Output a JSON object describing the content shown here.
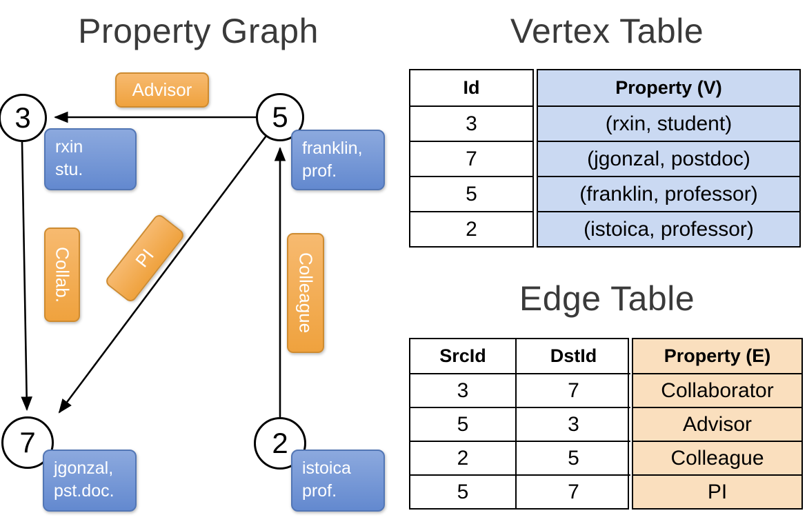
{
  "graph": {
    "title": "Property Graph",
    "vertices": [
      {
        "id": "3",
        "label": "rxin\nstu."
      },
      {
        "id": "5",
        "label": "franklin,\nprof."
      },
      {
        "id": "7",
        "label": "jgonzal,\npst.doc."
      },
      {
        "id": "2",
        "label": "istoica\nprof."
      }
    ],
    "edge_labels": {
      "advisor": "Advisor",
      "collab": "Collab.",
      "pi": "PI",
      "colleague": "Colleague"
    }
  },
  "vertex_table": {
    "title": "Vertex Table",
    "headers": {
      "id": "Id",
      "property": "Property (V)"
    },
    "rows": [
      {
        "id": "3",
        "property": "(rxin, student)"
      },
      {
        "id": "7",
        "property": "(jgonzal, postdoc)"
      },
      {
        "id": "5",
        "property": "(franklin, professor)"
      },
      {
        "id": "2",
        "property": "(istoica, professor)"
      }
    ]
  },
  "edge_table": {
    "title": "Edge Table",
    "headers": {
      "src": "SrcId",
      "dst": "DstId",
      "property": "Property (E)"
    },
    "rows": [
      {
        "src": "3",
        "dst": "7",
        "property": "Collaborator"
      },
      {
        "src": "5",
        "dst": "3",
        "property": "Advisor"
      },
      {
        "src": "2",
        "dst": "5",
        "property": "Colleague"
      },
      {
        "src": "5",
        "dst": "7",
        "property": "PI"
      }
    ]
  },
  "colors": {
    "edge_label_fill": "#F2A64F",
    "edge_label_border": "#CE8B30",
    "vertex_label_fill": "#6D92D8",
    "vertex_label_border": "#5276B5",
    "vertex_property_cell": "#CAD9F2",
    "edge_property_cell": "#FADFBE"
  }
}
